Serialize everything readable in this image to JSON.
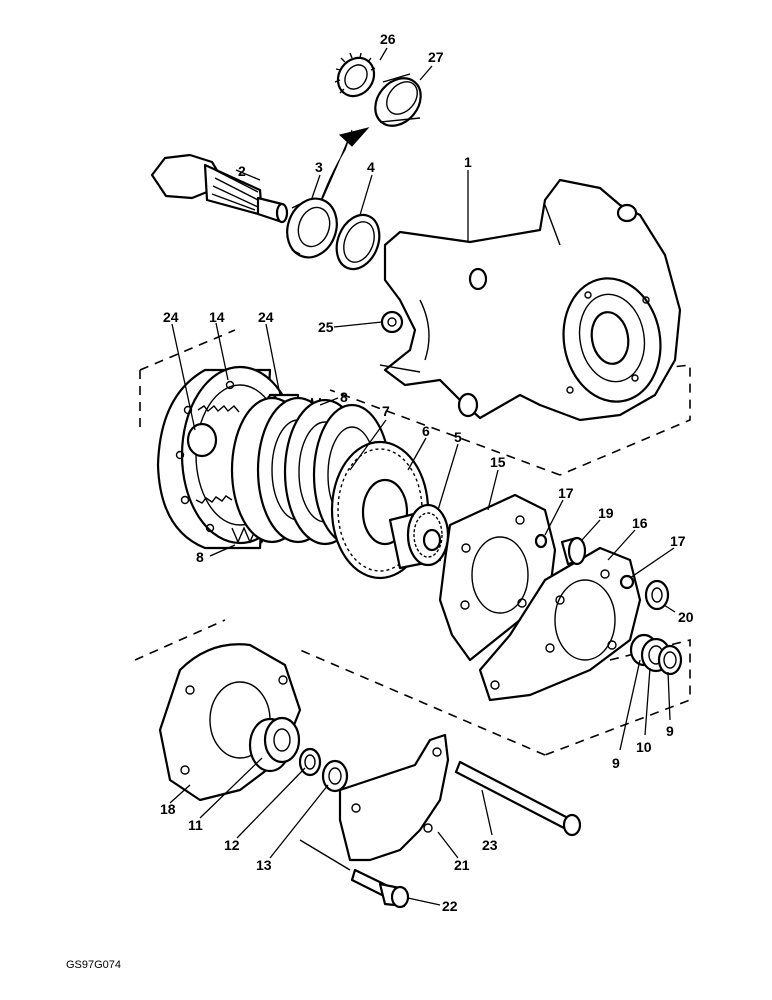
{
  "figure_code": "GS97G074",
  "callouts": {
    "c1": "1",
    "c2": "2",
    "c3": "3",
    "c4": "4",
    "c5": "5",
    "c6": "6",
    "c7": "7",
    "c8a": "8",
    "c8b": "8",
    "c9a": "9",
    "c9b": "9",
    "c10": "10",
    "c11": "11",
    "c12": "12",
    "c13": "13",
    "c14": "14",
    "c15": "15",
    "c16": "16",
    "c17a": "17",
    "c17b": "17",
    "c18": "18",
    "c19": "19",
    "c20": "20",
    "c21": "21",
    "c22": "22",
    "c23": "23",
    "c24a": "24",
    "c24b": "24",
    "c25": "25",
    "c26": "26",
    "c27": "27"
  }
}
